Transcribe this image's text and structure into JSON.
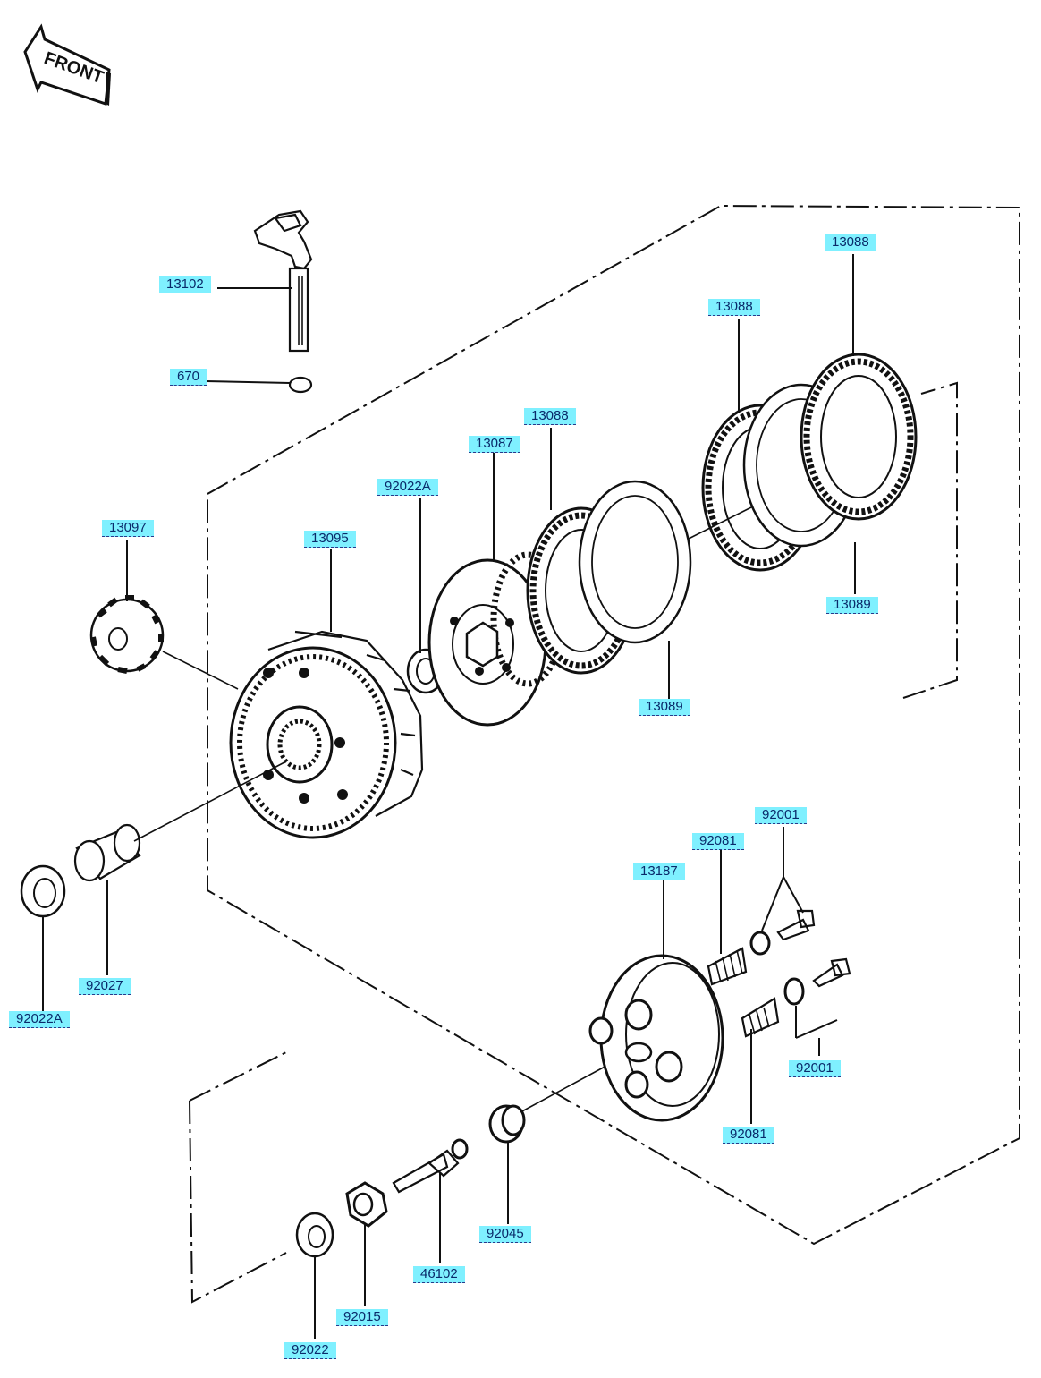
{
  "front_badge": "FRONT",
  "labels": {
    "p13102": "13102",
    "p670": "670",
    "p13097": "13097",
    "p13095": "13095",
    "p92022A_top": "92022A",
    "p13087": "13087",
    "p13088_a": "13088",
    "p13088_b": "13088",
    "p13088_c": "13088",
    "p13089_a": "13089",
    "p13089_b": "13089",
    "p92027": "92027",
    "p92022A_left": "92022A",
    "p92001_top": "92001",
    "p92081_top": "92081",
    "p13187": "13187",
    "p92001_bottom": "92001",
    "p92081_bottom": "92081",
    "p92045": "92045",
    "p46102": "46102",
    "p92015": "92015",
    "p92022": "92022"
  },
  "colors": {
    "label_bg": "#7ff0ff",
    "line": "#111111"
  }
}
